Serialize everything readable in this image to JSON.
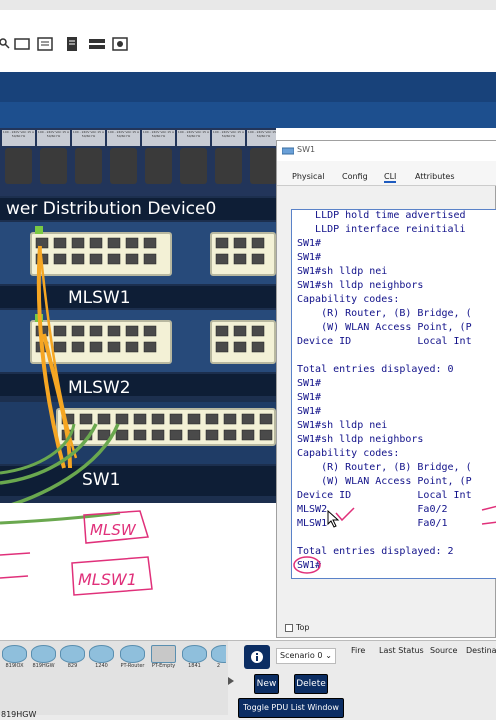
{
  "window_title": "SW1",
  "tabs": [
    {
      "label": "Physical"
    },
    {
      "label": "Config"
    },
    {
      "label": "CLI"
    },
    {
      "label": "Attributes"
    }
  ],
  "cli_lines": [
    "   LLDP hold time advertised",
    "   LLDP interface reinitiali",
    "SW1#",
    "SW1#",
    "SW1#sh lldp nei",
    "SW1#sh lldp neighbors",
    "Capability codes:",
    "    (R) Router, (B) Bridge, (",
    "    (W) WLAN Access Point, (P",
    "Device ID           Local Int",
    "",
    "Total entries displayed: 0",
    "SW1#",
    "SW1#",
    "SW1#",
    "SW1#sh lldp nei",
    "SW1#sh lldp neighbors",
    "Capability codes:",
    "    (R) Router, (B) Bridge, (",
    "    (W) WLAN Access Point, (P",
    "Device ID           Local Int",
    "MLSW2               Fa0/2",
    "MLSW1               Fa0/1",
    "",
    "Total entries displayed: 2",
    "SW1#"
  ],
  "top_checkbox_label": "Top",
  "workspace": {
    "power_device_label": "wer Distribution Device0",
    "device_labels": [
      "MLSW1",
      "MLSW2",
      "SW1"
    ],
    "psu_label": "100 - 240V VAC 15 A 50/60 Hz",
    "handwritten_notes": [
      "MLSW",
      "MLSW1"
    ]
  },
  "bottom": {
    "device_icons": [
      "819IOX",
      "819HGW",
      "829",
      "1240",
      "PT-Router",
      "PT-Empty",
      "1841",
      "2"
    ],
    "selected_device": "819HGW",
    "scenario": "Scenario 0",
    "new_button": "New",
    "delete_button": "Delete",
    "toggle_button": "Toggle PDU List Window",
    "headers": [
      "Fire",
      "Last Status",
      "Source",
      "Destina"
    ]
  },
  "colors": {
    "cli_text": "#12128a",
    "rack_blue": "#274a7a",
    "cable_orange": "#f5a623",
    "cable_green": "#6aa84f",
    "annotation_pink": "#e0307a",
    "button_navy": "#0b2d63"
  }
}
